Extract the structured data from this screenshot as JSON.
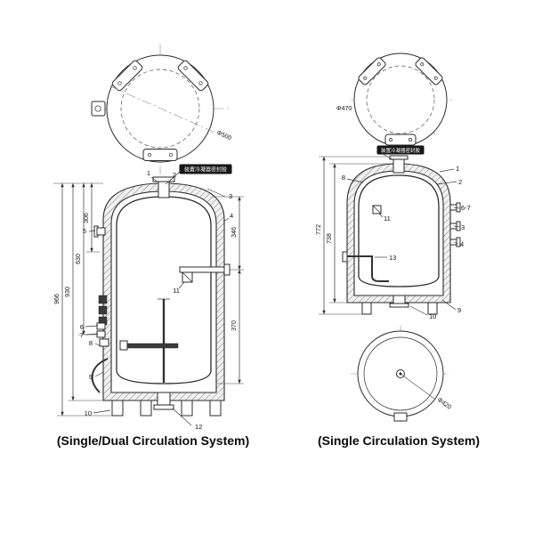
{
  "captions": {
    "left": "(Single/Dual Circulation System)",
    "right": "(Single Circulation System)"
  },
  "notes": {
    "sealant": "装置冷凝器密封胶"
  },
  "left_drawing": {
    "top_view": {
      "diameter_label": "Φ500"
    },
    "dims": {
      "overall_height": "966",
      "body_height": "930",
      "mid_height": "630",
      "top_section": "306",
      "upper_right": "346",
      "lower_right": "370"
    },
    "callouts": {
      "c1": "1",
      "c2": "2",
      "c3": "3",
      "c4": "4",
      "c5": "5",
      "c6": "6",
      "c7": "7",
      "c8": "8",
      "c9": "9",
      "c10": "10",
      "c11": "11",
      "c12": "12"
    }
  },
  "right_drawing": {
    "top_view": {
      "diameter_label": "Φ470"
    },
    "bottom_view": {
      "diameter_label": "Φ420"
    },
    "dims": {
      "overall_height": "772",
      "body_height": "738"
    },
    "callouts": {
      "c1": "1",
      "c2": "2",
      "c3": "3",
      "c4": "4",
      "c67": "6-7",
      "c8": "8",
      "c9": "9",
      "c10": "10",
      "c11": "11",
      "c13": "13"
    }
  }
}
